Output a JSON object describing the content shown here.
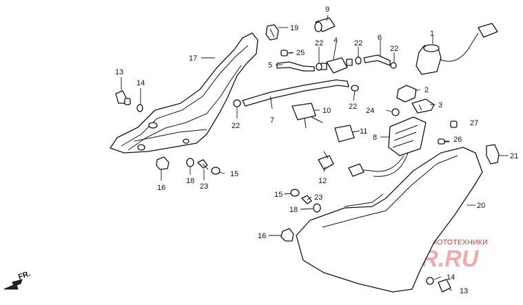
{
  "callouts": [
    "1",
    "2",
    "3",
    "4",
    "5",
    "6",
    "7",
    "8",
    "9",
    "10",
    "11",
    "12",
    "13",
    "13",
    "14",
    "14",
    "15",
    "15",
    "16",
    "16",
    "17",
    "18",
    "18",
    "19",
    "20",
    "21",
    "22",
    "22",
    "22",
    "22",
    "23",
    "23",
    "24",
    "25",
    "26",
    "27"
  ],
  "direction_label": "FR.",
  "watermark": {
    "caption": "ЗАПЧАСТИ И АКСЕССУАРЫ ДЛЯ МОТОТЕХНИКИ",
    "brand": "PARTSFOR.RU"
  },
  "colors": {
    "line": "#111111",
    "watermark": "#c73b3b"
  }
}
